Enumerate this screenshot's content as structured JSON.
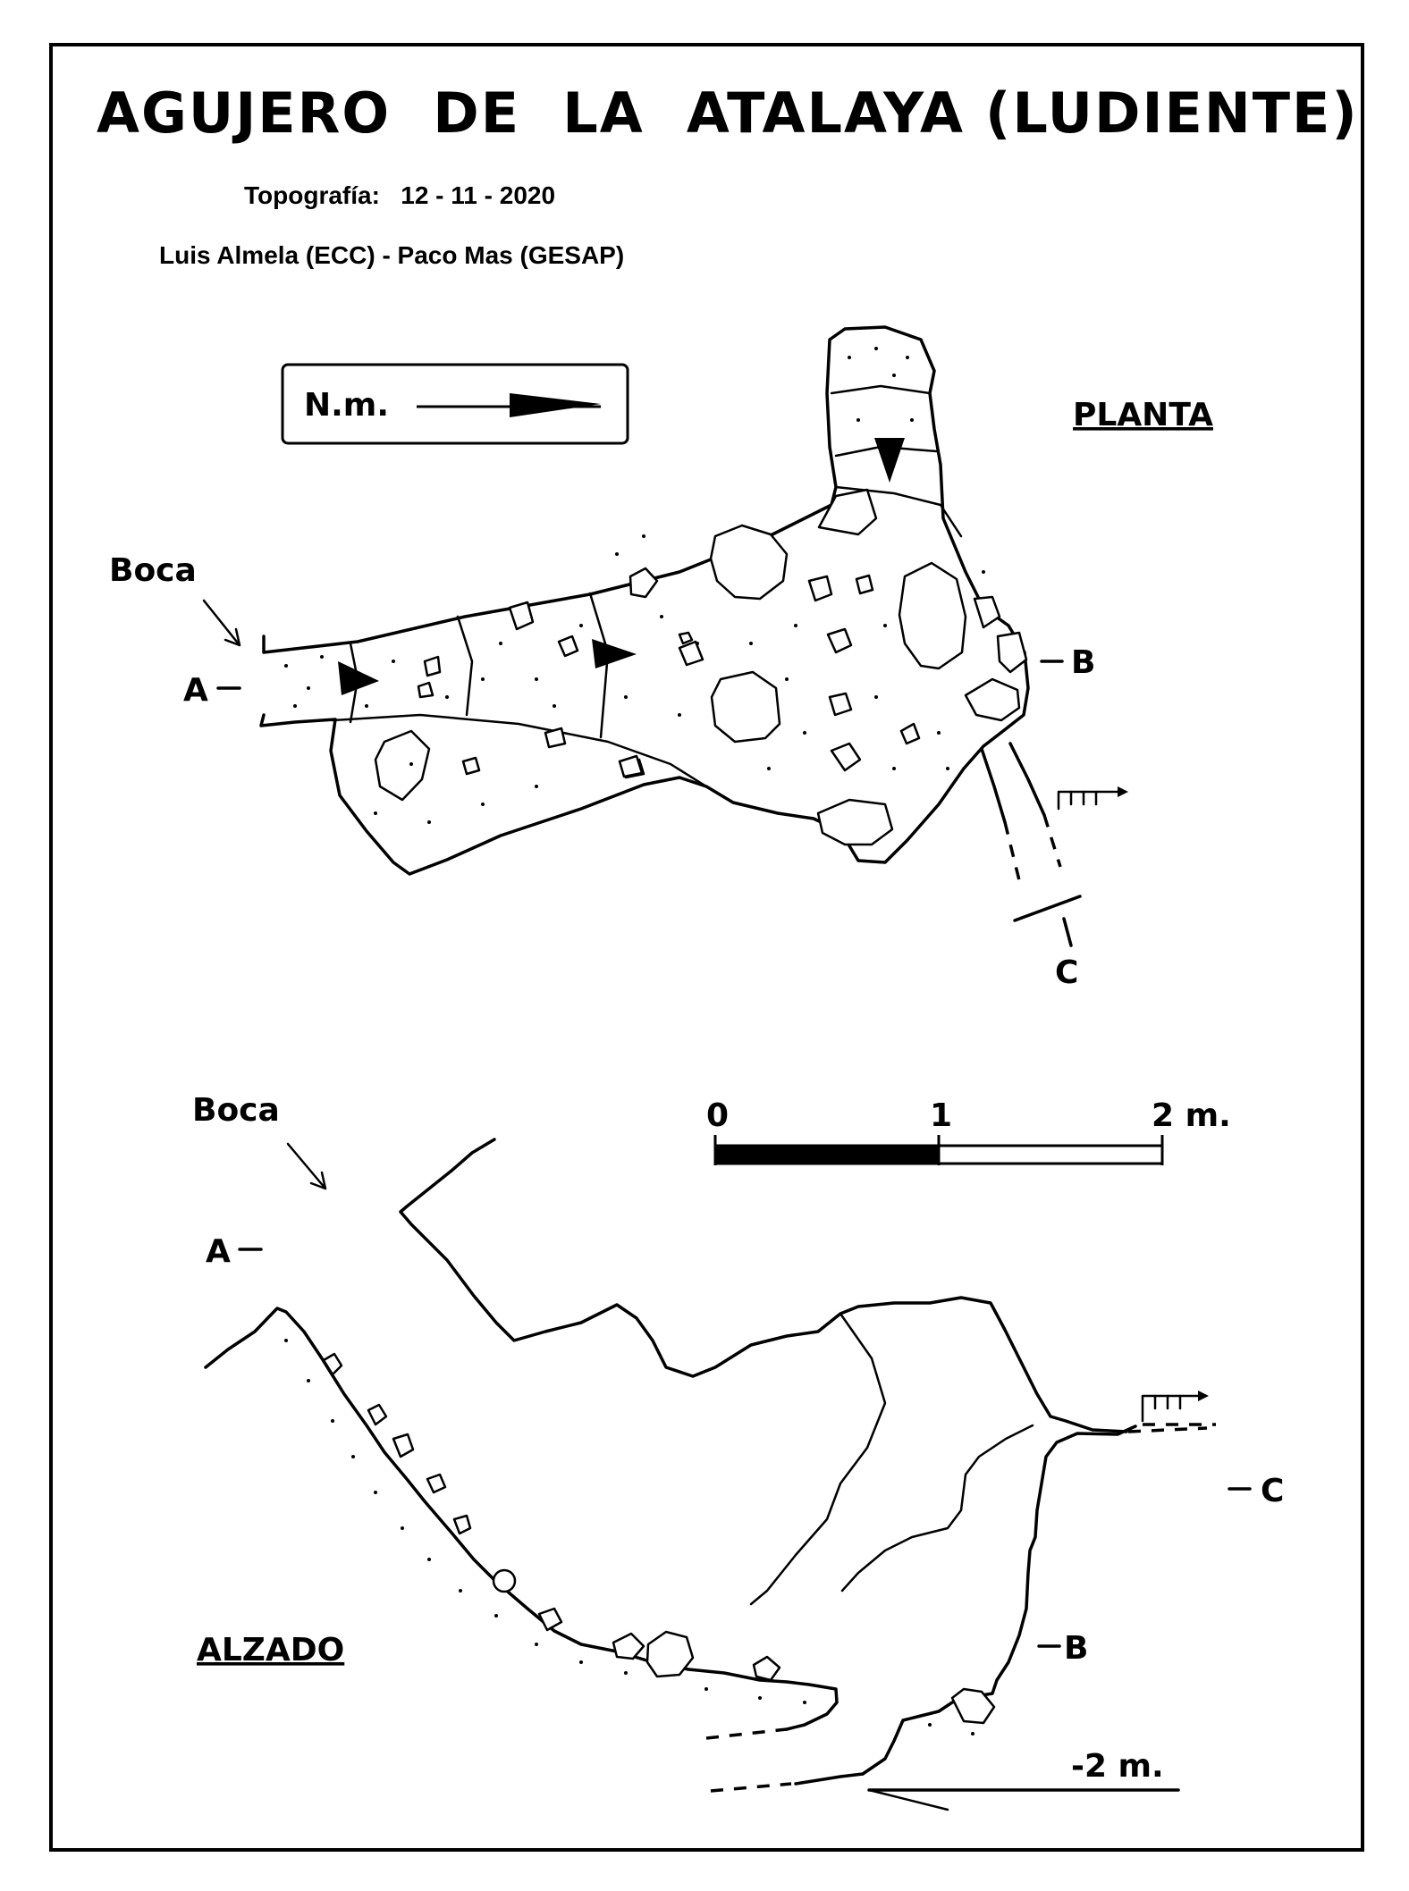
{
  "title": "AGUJERO  DE  LA  ATALAYA",
  "title_suffix": "(LUDIENTE)",
  "survey_line": "Topografía:   12 - 11 - 2020",
  "authors_line": "Luis Almela (ECC) - Paco Mas (GESAP)",
  "north_label": "N.m.",
  "plan": {
    "heading": "PLANTA",
    "entrance_label": "Boca",
    "points": {
      "a": "A",
      "b": "B",
      "c": "C"
    }
  },
  "elevation": {
    "heading": "ALZADO",
    "entrance_label": "Boca",
    "points": {
      "a": "A",
      "b": "B",
      "c": "C"
    },
    "depth_label": "-2 m."
  },
  "scale_bar": {
    "tick_0": "0",
    "tick_1": "1",
    "tick_2": "2 m."
  }
}
